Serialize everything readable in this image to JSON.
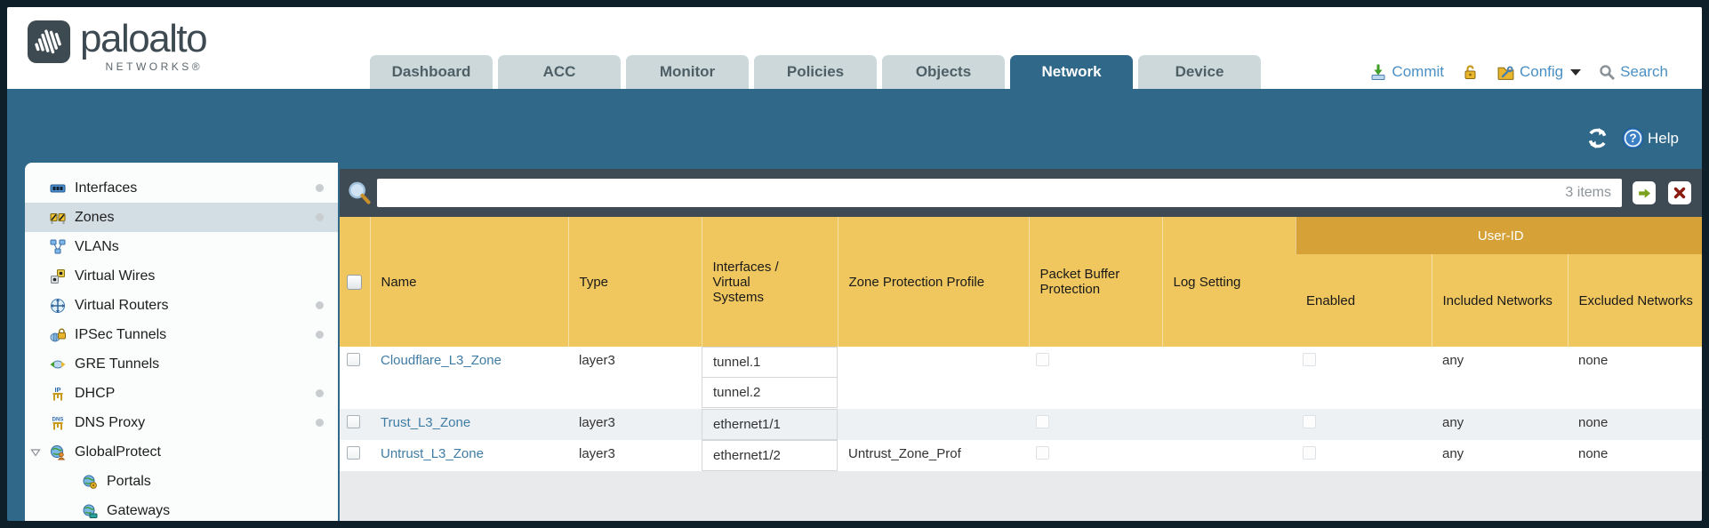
{
  "brand": {
    "name": "paloalto",
    "subtitle": "NETWORKS®"
  },
  "tabs": [
    {
      "label": "Dashboard",
      "active": false
    },
    {
      "label": "ACC",
      "active": false
    },
    {
      "label": "Monitor",
      "active": false
    },
    {
      "label": "Policies",
      "active": false
    },
    {
      "label": "Objects",
      "active": false
    },
    {
      "label": "Network",
      "active": true
    },
    {
      "label": "Device",
      "active": false
    }
  ],
  "toolbar": {
    "commit_label": "Commit",
    "config_label": "Config",
    "search_label": "Search"
  },
  "band": {
    "help_label": "Help"
  },
  "sidebar": {
    "items": [
      {
        "label": "Interfaces",
        "icon": "interfaces-icon",
        "dot": true,
        "selected": false
      },
      {
        "label": "Zones",
        "icon": "zones-icon",
        "dot": true,
        "selected": true
      },
      {
        "label": "VLANs",
        "icon": "vlans-icon",
        "dot": false,
        "selected": false
      },
      {
        "label": "Virtual Wires",
        "icon": "virtual-wires-icon",
        "dot": false,
        "selected": false
      },
      {
        "label": "Virtual Routers",
        "icon": "virtual-routers-icon",
        "dot": true,
        "selected": false
      },
      {
        "label": "IPSec Tunnels",
        "icon": "ipsec-tunnels-icon",
        "dot": true,
        "selected": false
      },
      {
        "label": "GRE Tunnels",
        "icon": "gre-tunnels-icon",
        "dot": false,
        "selected": false
      },
      {
        "label": "DHCP",
        "icon": "dhcp-icon",
        "dot": true,
        "selected": false
      },
      {
        "label": "DNS Proxy",
        "icon": "dns-proxy-icon",
        "dot": true,
        "selected": false
      },
      {
        "label": "GlobalProtect",
        "icon": "globalprotect-icon",
        "dot": false,
        "selected": false,
        "expandable": true,
        "expanded": true
      },
      {
        "label": "Portals",
        "icon": "portals-icon",
        "dot": false,
        "selected": false,
        "sub": true
      },
      {
        "label": "Gateways",
        "icon": "gateways-icon",
        "dot": false,
        "selected": false,
        "sub": true
      }
    ]
  },
  "filter": {
    "value": "",
    "count_label": "3 items"
  },
  "table": {
    "group_header_label": "User-ID",
    "columns": [
      "Name",
      "Type",
      "Interfaces / Virtual Systems",
      "Zone Protection Profile",
      "Packet Buffer Protection",
      "Log Setting",
      "Enabled",
      "Included Networks",
      "Excluded Networks"
    ],
    "rows": [
      {
        "name": "Cloudflare_L3_Zone",
        "type": "layer3",
        "interfaces": [
          "tunnel.1",
          "tunnel.2"
        ],
        "zone_protection_profile": "",
        "log_setting": "",
        "included_networks": "any",
        "excluded_networks": "none"
      },
      {
        "name": "Trust_L3_Zone",
        "type": "layer3",
        "interfaces": [
          "ethernet1/1"
        ],
        "zone_protection_profile": "",
        "log_setting": "",
        "included_networks": "any",
        "excluded_networks": "none"
      },
      {
        "name": "Untrust_L3_Zone",
        "type": "layer3",
        "interfaces": [
          "ethernet1/2"
        ],
        "zone_protection_profile": "Untrust_Zone_Prof",
        "log_setting": "",
        "included_networks": "any",
        "excluded_networks": "none"
      }
    ]
  },
  "colors": {
    "teal": "#2f6889",
    "header_orange": "#f0c75f",
    "group_orange": "#d6a238",
    "link_blue": "#3f7ca3",
    "action_blue": "#4a90c4",
    "filter_bar": "#3e4a54"
  }
}
